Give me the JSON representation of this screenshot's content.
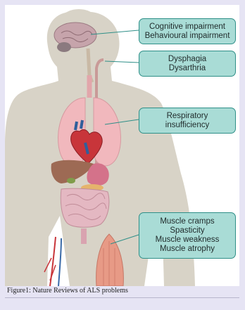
{
  "callouts": {
    "brain": [
      "Cognitive impairment",
      "Behavioural impairment"
    ],
    "throat": [
      "Dysphagia",
      "Dysarthria"
    ],
    "lungs": [
      "Respiratory",
      "insufficiency"
    ],
    "muscle": [
      "Muscle cramps",
      "Spasticity",
      "Muscle weakness",
      "Muscle atrophy"
    ]
  },
  "caption": "Figure1: Nature Reviews of ALS problems",
  "colors": {
    "skin": "#d8d3c7",
    "callout_fill": "#a9dcd6",
    "callout_border": "#2f8f88",
    "lungs": "#f1b8bd",
    "heart": "#c8353a",
    "muscle": "#e79a86"
  }
}
